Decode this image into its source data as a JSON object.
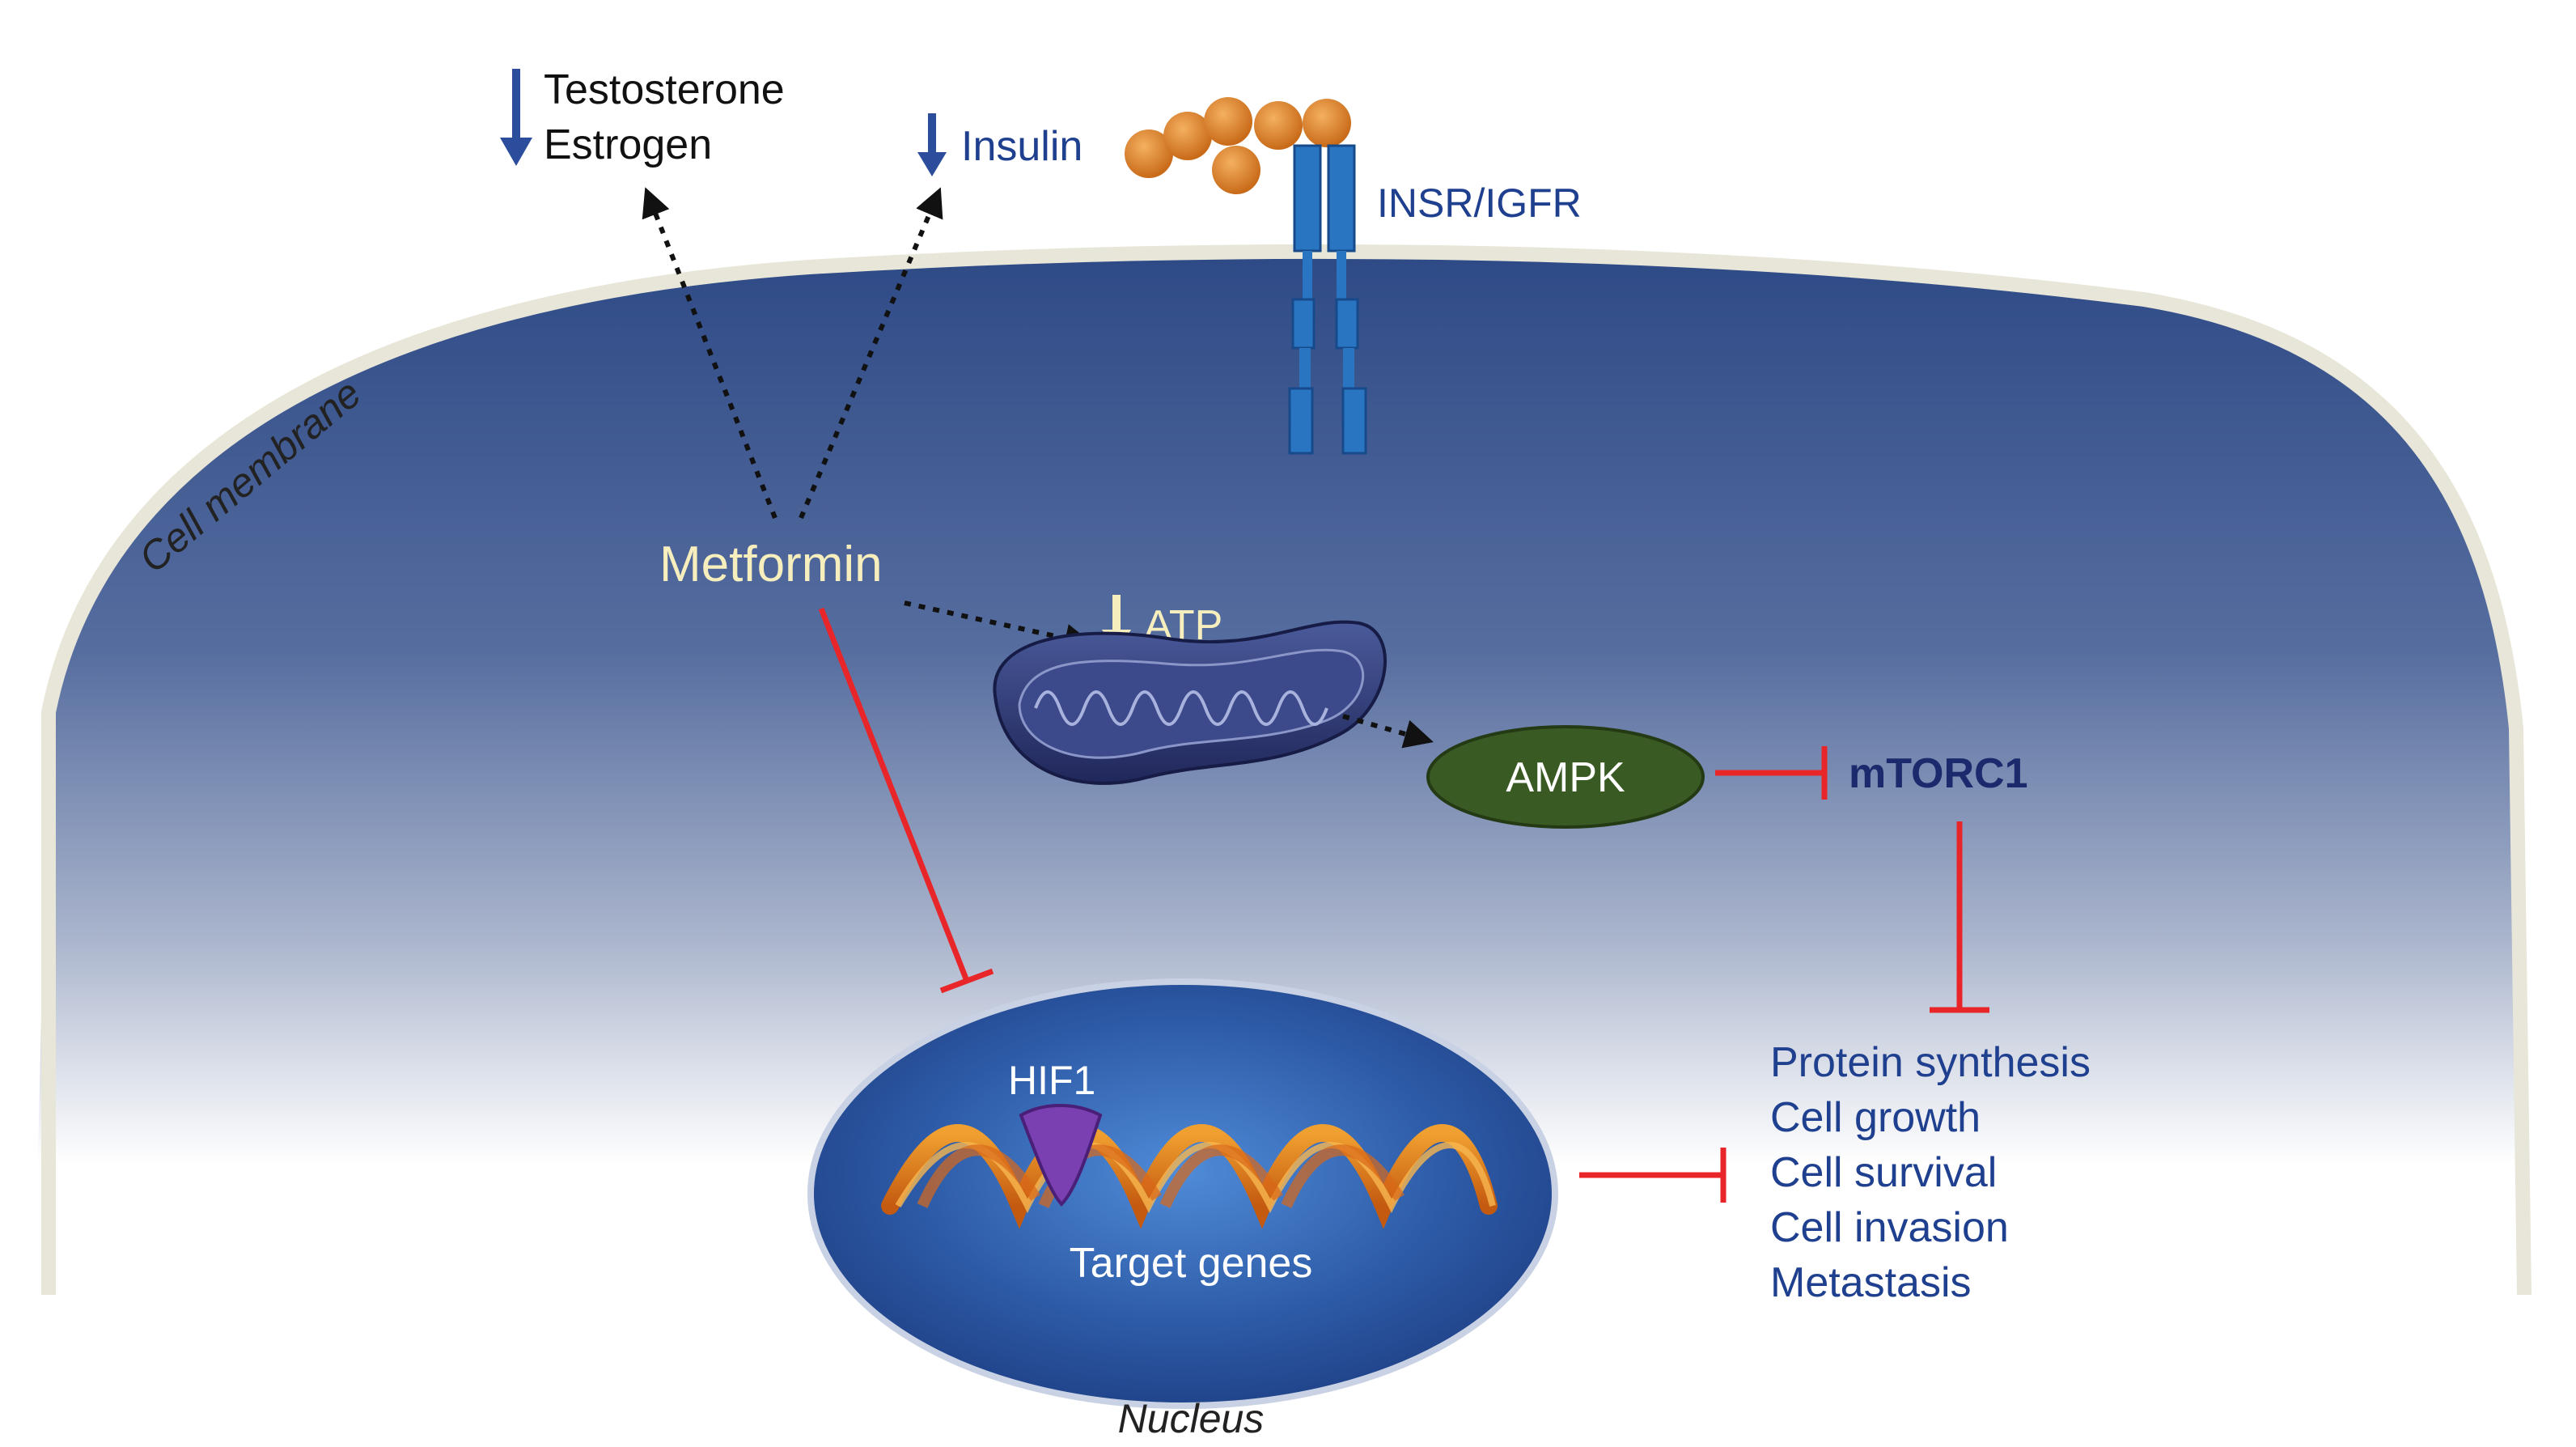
{
  "hormones": {
    "line1": "Testosterone",
    "line2": "Estrogen",
    "arrow_icon": "down-arrow-icon"
  },
  "insulin": {
    "label": "Insulin",
    "arrow_icon": "down-arrow-icon"
  },
  "receptor": {
    "label": "INSR/IGFR"
  },
  "membrane": {
    "label": "Cell membrane"
  },
  "metformin": {
    "label": "Metformin"
  },
  "atp": {
    "label": "ATP",
    "arrow_icon": "down-arrow-icon"
  },
  "ampk": {
    "label": "AMPK"
  },
  "mtorc1": {
    "label": "mTORC1"
  },
  "nucleus": {
    "hif1_label": "HIF1",
    "genes_label": "Target genes",
    "label": "Nucleus"
  },
  "outcomes": [
    "Protein synthesis",
    "Cell growth",
    "Cell survival",
    "Cell invasion",
    "Metastasis"
  ],
  "colors": {
    "text_blue": "#1f3f8f",
    "dark_blue": "#1a2a6c",
    "cream": "#f7eebd",
    "inhibit_red": "#e8262a",
    "ampk_green": "#3a5a24",
    "insulin_orange": "#e08a2c",
    "receptor_blue": "#2a75c2",
    "hif1_purple": "#7a3fb0"
  }
}
